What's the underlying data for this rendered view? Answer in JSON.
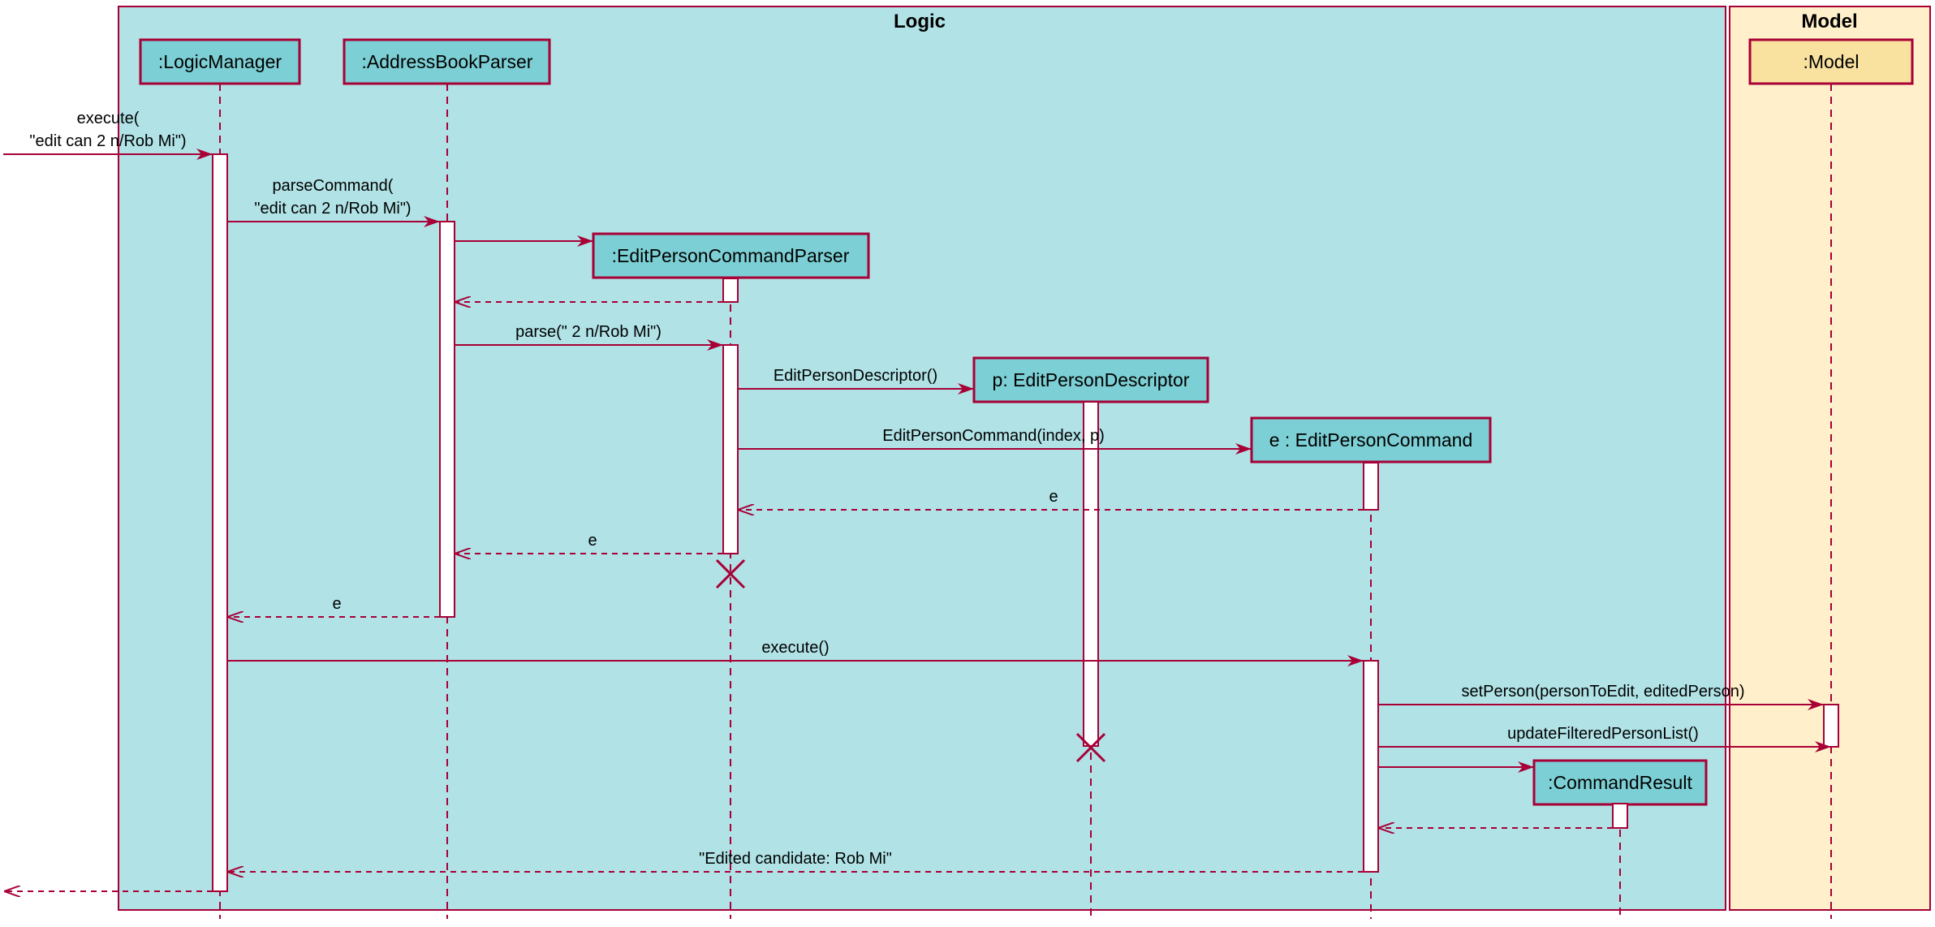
{
  "frames": {
    "logic": {
      "title": "Logic",
      "fill": "#b0e2e6",
      "stroke": "#a80036"
    },
    "model": {
      "title": "Model",
      "fill": "#ffefca",
      "stroke": "#a80036"
    }
  },
  "colors": {
    "line": "#a80036",
    "logic_participant_fill": "#7ccfd4",
    "model_participant_fill": "#f9e1a0",
    "activation_fill": "#ffffff"
  },
  "participants": {
    "logic_manager": ":LogicManager",
    "address_book_parser": ":AddressBookParser",
    "edit_person_command_parser": ":EditPersonCommandParser",
    "edit_person_descriptor": "p: EditPersonDescriptor",
    "edit_person_command": "e : EditPersonCommand",
    "command_result": ":CommandResult",
    "model": ":Model"
  },
  "messages": {
    "execute_line1": "execute(",
    "execute_line2": "\"edit can 2 n/Rob Mi\")",
    "parse_command_line1": "parseCommand(",
    "parse_command_line2": "\"edit can 2 n/Rob Mi\")",
    "parse": "parse(\" 2 n/Rob Mi\")",
    "edit_person_descriptor": "EditPersonDescriptor()",
    "edit_person_command": "EditPersonCommand(index, p)",
    "return_e_1": "e",
    "return_e_2": "e",
    "return_e_3": "e",
    "execute": "execute()",
    "set_person": "setPerson(personToEdit, editedPerson)",
    "update_filtered": "updateFilteredPersonList()",
    "result": "\"Edited candidate: Rob Mi\""
  }
}
